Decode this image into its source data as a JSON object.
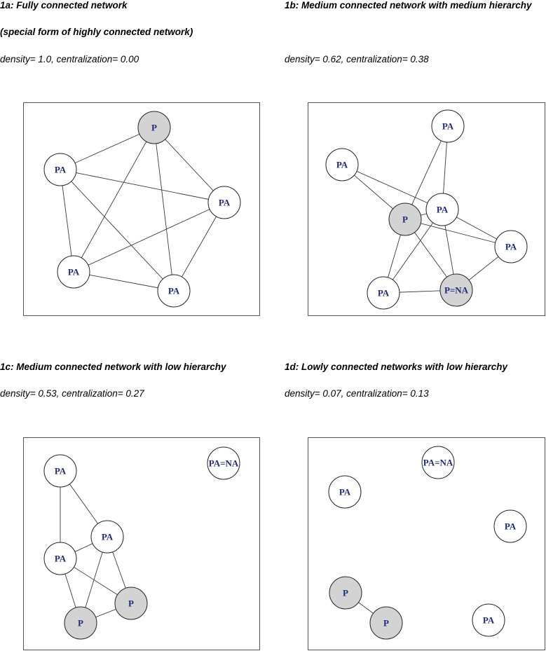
{
  "colors": {
    "node_p": "#d3d3d3",
    "node_pa": "#ffffff",
    "label": "#1f2a7a"
  },
  "panels": [
    {
      "id": "1a",
      "title": "1a: Fully connected network",
      "subtitle": "(special form of highly connected network)",
      "stats": "density= 1.0, centralization= 0.00",
      "nodes": [
        {
          "label": "P",
          "shaded": true
        },
        {
          "label": "PA",
          "shaded": false
        },
        {
          "label": "PA",
          "shaded": false
        },
        {
          "label": "PA",
          "shaded": false
        },
        {
          "label": "PA",
          "shaded": false
        }
      ],
      "edges": [
        [
          0,
          1
        ],
        [
          0,
          2
        ],
        [
          0,
          3
        ],
        [
          0,
          4
        ],
        [
          1,
          2
        ],
        [
          1,
          3
        ],
        [
          1,
          4
        ],
        [
          2,
          3
        ],
        [
          2,
          4
        ],
        [
          3,
          4
        ]
      ]
    },
    {
      "id": "1b",
      "title": "1b: Medium connected network with medium hierarchy",
      "subtitle": "",
      "stats": "density= 0.62, centralization= 0.38",
      "nodes": [
        {
          "label": "PA",
          "shaded": false
        },
        {
          "label": "PA",
          "shaded": false
        },
        {
          "label": "PA",
          "shaded": false
        },
        {
          "label": "P",
          "shaded": true
        },
        {
          "label": "PA",
          "shaded": false
        },
        {
          "label": "PA",
          "shaded": false
        },
        {
          "label": "P=NA",
          "shaded": true
        }
      ],
      "edges": [
        [
          0,
          3
        ],
        [
          0,
          2
        ],
        [
          1,
          3
        ],
        [
          1,
          2
        ],
        [
          3,
          2
        ],
        [
          3,
          4
        ],
        [
          3,
          5
        ],
        [
          3,
          6
        ],
        [
          2,
          4
        ],
        [
          2,
          5
        ],
        [
          2,
          6
        ],
        [
          5,
          6
        ],
        [
          6,
          4
        ]
      ]
    },
    {
      "id": "1c",
      "title": "1c: Medium connected network with low hierarchy",
      "subtitle": "",
      "stats": "density= 0.53, centralization= 0.27",
      "nodes": [
        {
          "label": "PA",
          "shaded": false
        },
        {
          "label": "PA=NA",
          "shaded": false
        },
        {
          "label": "PA",
          "shaded": false
        },
        {
          "label": "PA",
          "shaded": false
        },
        {
          "label": "P",
          "shaded": true
        },
        {
          "label": "P",
          "shaded": true
        }
      ],
      "edges": [
        [
          0,
          3
        ],
        [
          0,
          2
        ],
        [
          3,
          2
        ],
        [
          3,
          5
        ],
        [
          3,
          4
        ],
        [
          2,
          5
        ],
        [
          2,
          4
        ],
        [
          5,
          4
        ]
      ]
    },
    {
      "id": "1d",
      "title": "1d: Lowly connected networks with low hierarchy",
      "subtitle": "",
      "stats": "density= 0.07, centralization= 0.13",
      "nodes": [
        {
          "label": "PA=NA",
          "shaded": false
        },
        {
          "label": "PA",
          "shaded": false
        },
        {
          "label": "PA",
          "shaded": false
        },
        {
          "label": "P",
          "shaded": true
        },
        {
          "label": "P",
          "shaded": true
        },
        {
          "label": "PA",
          "shaded": false
        }
      ],
      "edges": [
        [
          3,
          4
        ]
      ]
    }
  ]
}
